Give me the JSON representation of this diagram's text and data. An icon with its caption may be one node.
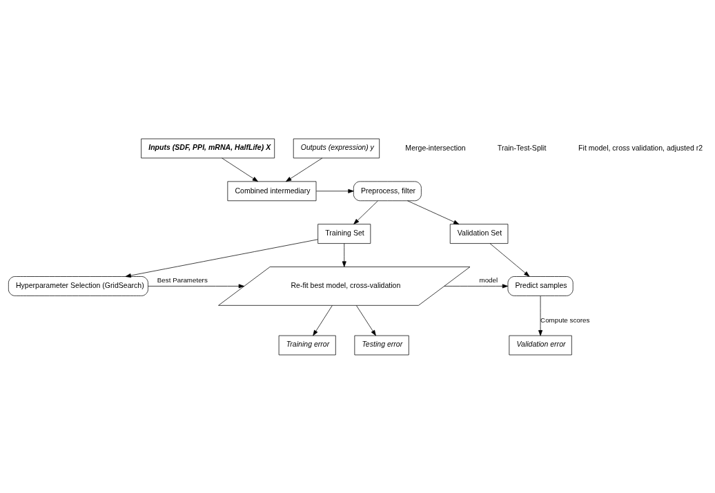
{
  "diagram": {
    "nodes": [
      {
        "text": [
          "Inputs (SDF, PPI, mRNA, HalfLife) X"
        ]
      },
      {
        "text": [
          "Outputs (expression) y"
        ]
      },
      {
        "text": [
          "Combined intermediary"
        ]
      },
      {
        "text": [
          "Preprocess, filter"
        ]
      },
      {
        "text": [
          "Validation Set"
        ]
      },
      {
        "text": [
          "Training Set"
        ]
      },
      {
        "text": [
          "Hyperparameter Selection (GridSearch)"
        ]
      },
      {
        "text": [
          "Re-fit best model, cross-validation"
        ]
      },
      {
        "text": [
          "Predict samples"
        ]
      },
      {
        "text": [
          "Training error"
        ]
      },
      {
        "text": [
          "Testing error"
        ]
      },
      {
        "text": [
          "Validation error"
        ]
      }
    ],
    "edges": [
      {
        "from": 0,
        "to": 2,
        "arrow": "to"
      },
      {
        "from": 1,
        "to": 2,
        "arrow": "to"
      },
      {
        "from": 2,
        "to": 3,
        "arrow": "to"
      },
      {
        "from": 3,
        "to": 4,
        "arrow": "to"
      },
      {
        "from": 3,
        "to": 5,
        "arrow": "to"
      },
      {
        "from": 5,
        "to": 6,
        "arrow": "to"
      },
      {
        "from": 5,
        "to": 7,
        "arrow": "to"
      },
      {
        "from": 6,
        "to": 7,
        "arrow": "to",
        "label": "Best Parameters"
      },
      {
        "from": 7,
        "to": 8,
        "arrow": "to",
        "label": "model"
      },
      {
        "from": 4,
        "to": 8,
        "arrow": "to"
      },
      {
        "from": 7,
        "to": 9,
        "arrow": "to"
      },
      {
        "from": 7,
        "to": 10,
        "arrow": "to"
      },
      {
        "from": 8,
        "to": 11,
        "arrow": "to",
        "label": "Compute scores"
      }
    ],
    "labels": [
      "Merge-intersection",
      "Train-Test-Split",
      "Fit model, cross validation, adjusted r2"
    ]
  }
}
